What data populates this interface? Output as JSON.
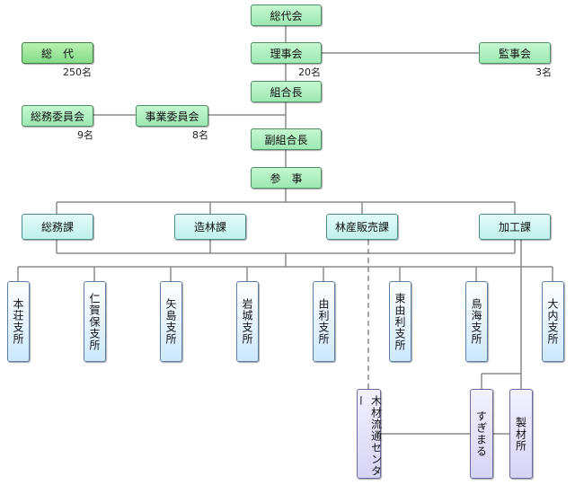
{
  "top": {
    "soudaikai": "総代会",
    "rijikai": "理事会",
    "kanjikai": "監事会",
    "kumiaichou": "組合長",
    "fukukumiaichou": "副組合長",
    "sanji": "参　事"
  },
  "side": {
    "soudai": "総　代",
    "soudai_count": "250名",
    "rijikai_count": "20名",
    "kanjikai_count": "3名",
    "soumu_iinkai": "総務委員会",
    "soumu_iinkai_count": "9名",
    "jigyou_iinkai": "事業委員会",
    "jigyou_iinkai_count": "8名"
  },
  "divisions": [
    "総務課",
    "造林課",
    "林産販売課",
    "加工課"
  ],
  "branches": [
    "本荘支所",
    "仁賀保支所",
    "矢島支所",
    "岩城支所",
    "由利支所",
    "東由利支所",
    "鳥海支所",
    "大内支所"
  ],
  "facilities": {
    "mokuzai": "木材流通センター",
    "sugimaru": "すぎまる",
    "seizai": "製材所"
  }
}
